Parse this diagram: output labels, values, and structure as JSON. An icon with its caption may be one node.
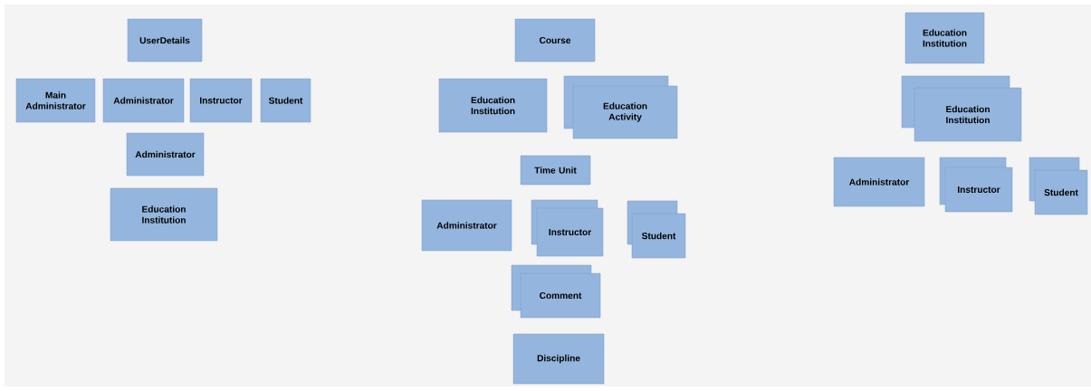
{
  "diagram": {
    "nodes": [
      {
        "text": [
          "UserDetails"
        ]
      },
      {
        "text": [
          "Main Administrator"
        ]
      },
      {
        "text": [
          "Administrator"
        ]
      },
      {
        "text": [
          "Instructor"
        ]
      },
      {
        "text": [
          "Student"
        ]
      },
      {
        "text": [
          "Administrator"
        ]
      },
      {
        "text": [
          "Education Institution"
        ]
      },
      {
        "text": [
          "Course"
        ]
      },
      {
        "text": [
          "Education Institution"
        ]
      },
      {
        "text": [
          "Education Activity"
        ]
      },
      {
        "text": [
          "Time Unit"
        ]
      },
      {
        "text": [
          "Administrator"
        ]
      },
      {
        "text": [
          "Instructor"
        ]
      },
      {
        "text": [
          "Student"
        ]
      },
      {
        "text": [
          "Comment"
        ]
      },
      {
        "text": [
          "Discipline"
        ]
      },
      {
        "text": [
          "Education Institution"
        ]
      },
      {
        "text": [
          "Education Institution"
        ]
      },
      {
        "text": [
          "Administrator"
        ]
      },
      {
        "text": [
          "Instructor"
        ]
      },
      {
        "text": [
          "Student"
        ]
      }
    ]
  }
}
